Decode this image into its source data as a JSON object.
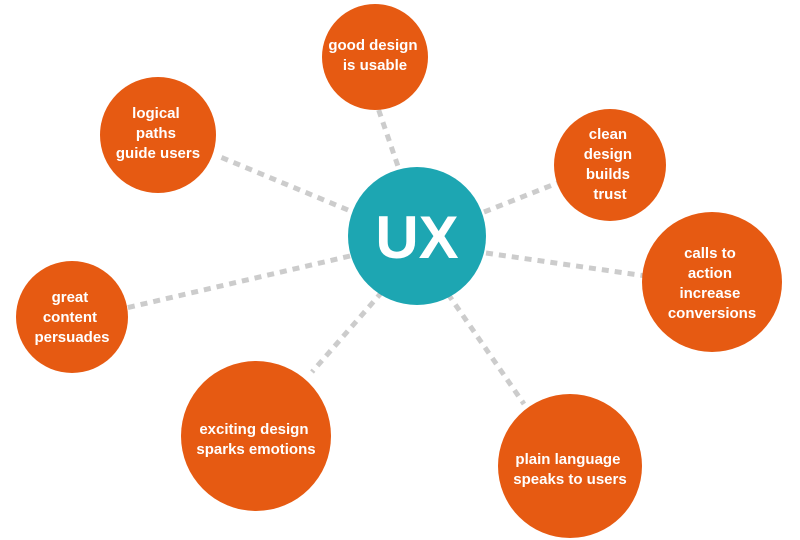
{
  "diagram": {
    "hub": {
      "label": "UX",
      "color": "#1DA6B2"
    },
    "node_color": "#E65A12",
    "connector_color": "#cccccc",
    "nodes": [
      {
        "lines": [
          "good design",
          "is usable"
        ]
      },
      {
        "lines": [
          "logical",
          "paths",
          "guide users"
        ]
      },
      {
        "lines": [
          "clean",
          "design",
          "builds",
          "trust"
        ]
      },
      {
        "lines": [
          "calls to",
          "action",
          "increase",
          "conversions"
        ]
      },
      {
        "lines": [
          "great",
          "content",
          "persuades"
        ]
      },
      {
        "lines": [
          "exciting design",
          "sparks emotions"
        ]
      },
      {
        "lines": [
          "plain language",
          "speaks to users"
        ]
      }
    ]
  }
}
